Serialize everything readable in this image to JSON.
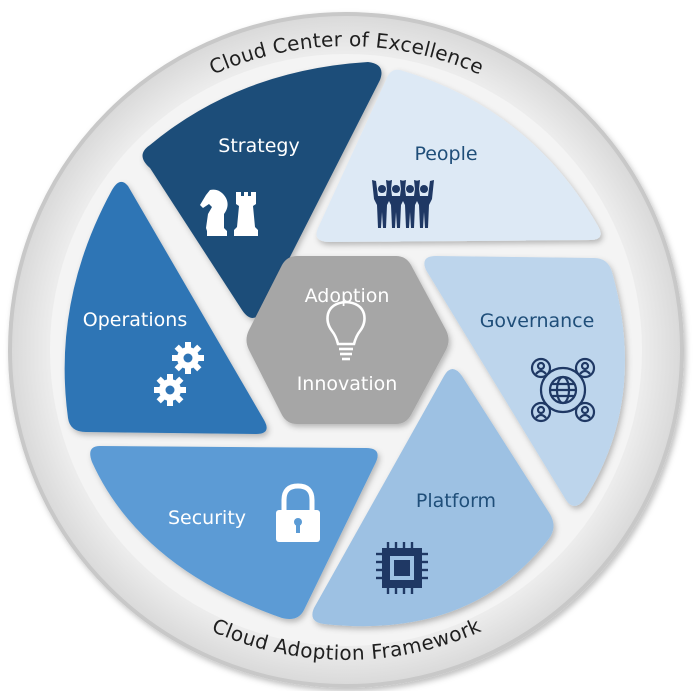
{
  "ring": {
    "top_text": "Cloud Center of Excellence",
    "bottom_text": "Cloud Adoption Framework"
  },
  "center": {
    "line1": "Adoption",
    "line2": "Innovation",
    "icon": "lightbulb-icon",
    "color": "#a6a6a6"
  },
  "segments": [
    {
      "key": "strategy",
      "label": "Strategy",
      "icon": "chess-pieces-icon",
      "color": "#1f4e79",
      "text_color": "#ffffff"
    },
    {
      "key": "people",
      "label": "People",
      "icon": "people-group-icon",
      "color": "#dde9f5",
      "text_color": "#1f4e79"
    },
    {
      "key": "governance",
      "label": "Governance",
      "icon": "globe-network-icon",
      "color": "#bdd5ec",
      "text_color": "#1f4e79"
    },
    {
      "key": "platform",
      "label": "Platform",
      "icon": "microchip-icon",
      "color": "#9dc1e3",
      "text_color": "#1f4e79"
    },
    {
      "key": "security",
      "label": "Security",
      "icon": "padlock-icon",
      "color": "#5b9bd5",
      "text_color": "#ffffff"
    },
    {
      "key": "operations",
      "label": "Operations",
      "icon": "gears-icon",
      "color": "#2e74b5",
      "text_color": "#ffffff"
    }
  ]
}
